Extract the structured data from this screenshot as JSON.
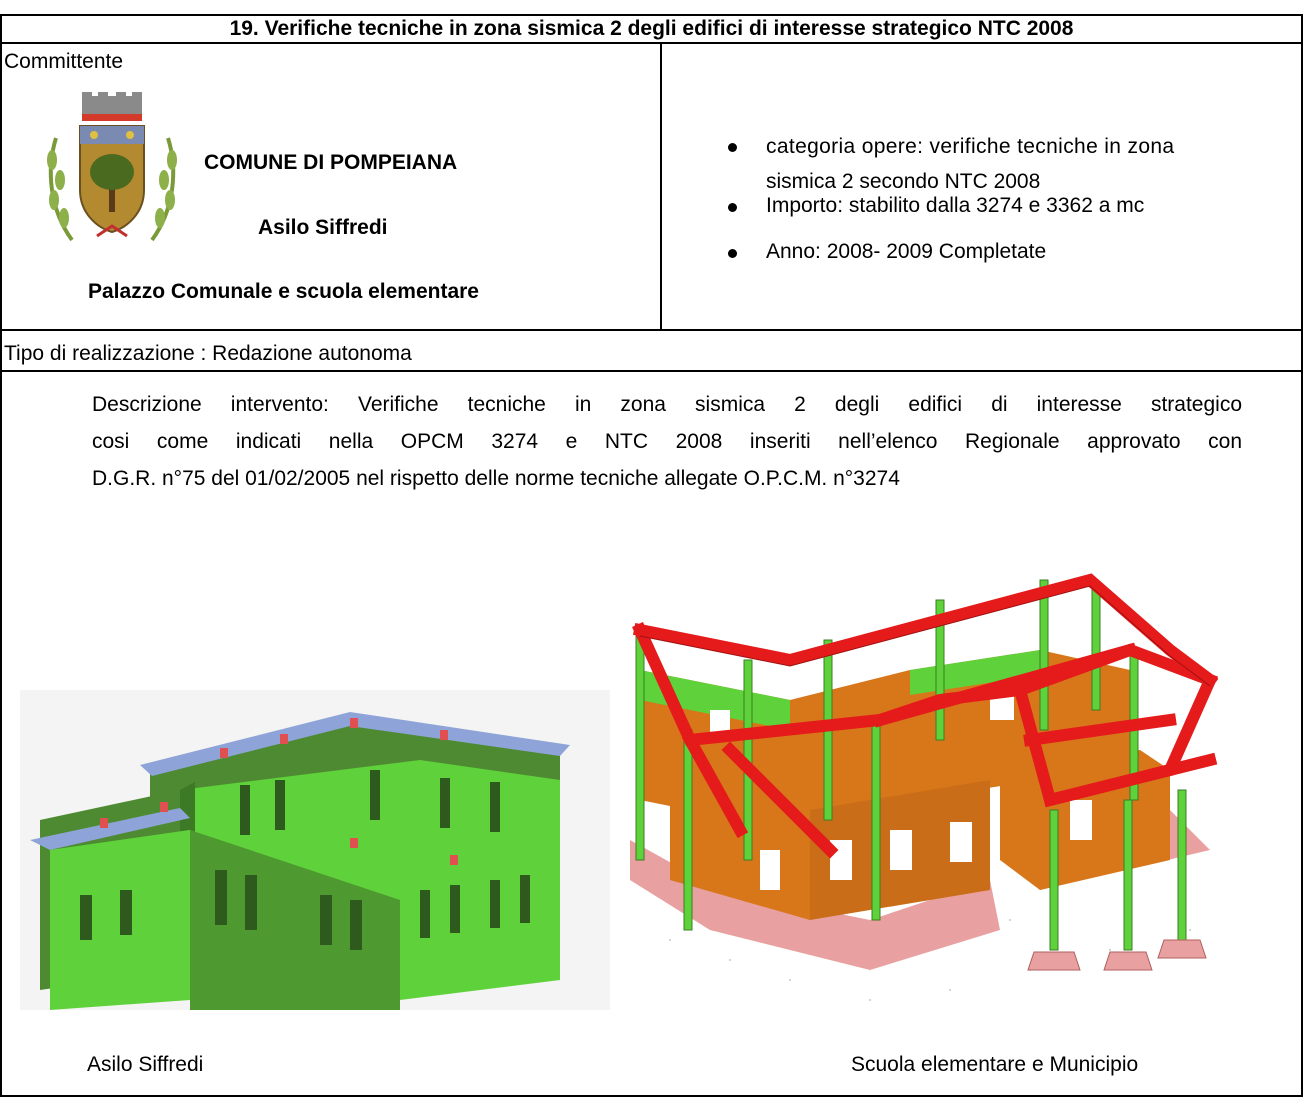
{
  "header": {
    "title_number": "19.",
    "title_text": "Verifiche tecniche in zona sismica 2 degli edifici di interesse strategico NTC 2008"
  },
  "committente": {
    "label": "Committente",
    "comune": "COMUNE DI POMPEIANA",
    "asilo": "Asilo Siffredi",
    "palazzo": "Palazzo Comunale e scuola elementare"
  },
  "details": {
    "items": [
      {
        "line1": "categoria opere: verifiche tecniche in zona",
        "line2": "sismica 2  secondo NTC 2008"
      },
      {
        "line1": "Importo: stabilito dalla  3274 e 3362 a mc"
      },
      {
        "line1": "Anno: 2008- 2009 Completate"
      }
    ]
  },
  "tipo": "Tipo di realizzazione :  Redazione autonoma",
  "descrizione": {
    "line1": "Descrizione intervento: Verifiche tecniche in zona sismica 2 degli edifici di interesse strategico",
    "line2": "cosi come indicati nella OPCM 3274 e NTC 2008 inseriti nell’elenco Regionale approvato con",
    "line3": "D.G.R. n°75 del 01/02/2005 nel rispetto delle norme tecniche allegate O.P.C.M. n°3274"
  },
  "captions": {
    "left": "Asilo Siffredi",
    "right": "Scuola elementare e Municipio"
  },
  "colors": {
    "green": "#5fd13a",
    "dark_green": "#3a7d24",
    "orange": "#d8761a",
    "red": "#e51b1b",
    "pink": "#e8a0a0",
    "lilac": "#9aa0e0"
  }
}
